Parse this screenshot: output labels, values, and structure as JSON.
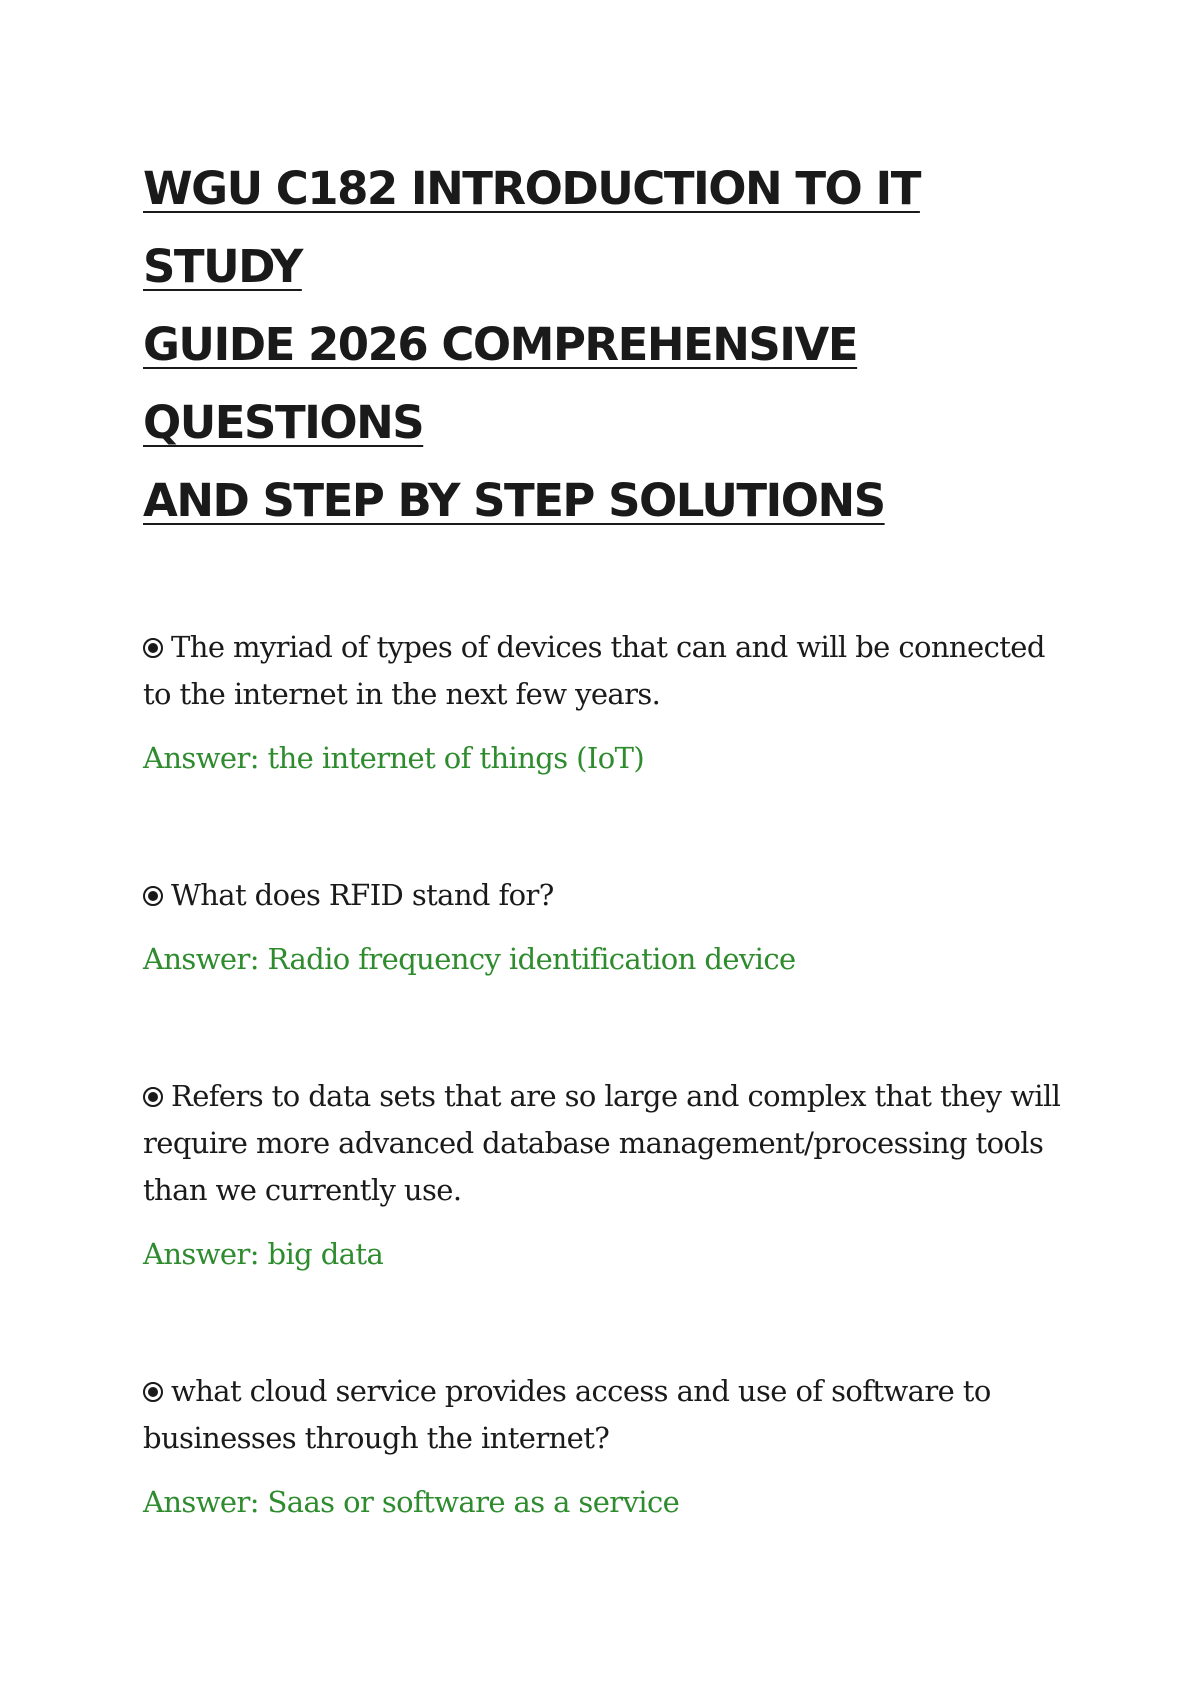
{
  "document": {
    "title_lines": [
      "WGU C182 INTRODUCTION TO IT STUDY",
      "GUIDE 2026 COMPREHENSIVE QUESTIONS",
      "AND STEP BY STEP SOLUTIONS"
    ],
    "bullet_icon": "radio-bullet-icon",
    "answer_color": "#2e8b2e",
    "items": [
      {
        "question": "The myriad of types of devices that can and will be connected to the internet in the next few years.",
        "answer": "Answer: the internet of things (IoT)"
      },
      {
        "question": "What does RFID stand for?",
        "answer": "Answer: Radio frequency identification device"
      },
      {
        "question": "Refers to data sets that are so large and complex that they will require more advanced database management/processing tools than we currently use.",
        "answer": "Answer: big data"
      },
      {
        "question": "what cloud service provides access and use of software to businesses through the internet?",
        "answer": "Answer: Saas or software as a service"
      }
    ]
  }
}
